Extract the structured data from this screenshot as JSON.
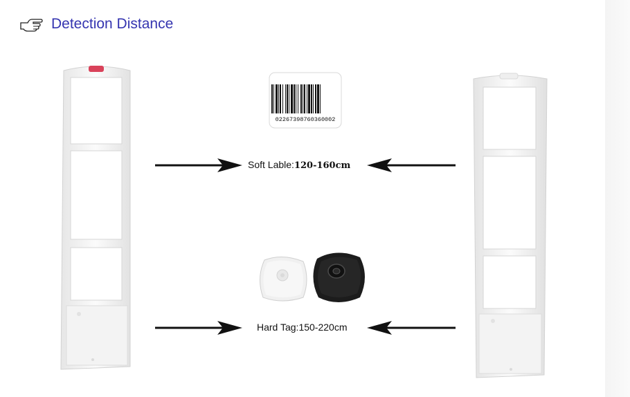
{
  "header": {
    "icon": "pointing-hand-icon",
    "title": "Detection Distance"
  },
  "barcode": {
    "number": "02267398760360002"
  },
  "soft_label": {
    "prefix": "Soft Lable:",
    "range": "120-160cm"
  },
  "hard_tag": {
    "text": "Hard Tag:150-220cm"
  },
  "colors": {
    "title": "#3535b0",
    "gate_frame": "#f2f2f2",
    "alarm_light": "#d9425a",
    "hard_tag_black": "#1c1c1c",
    "hard_tag_white": "#f0f0f0"
  }
}
